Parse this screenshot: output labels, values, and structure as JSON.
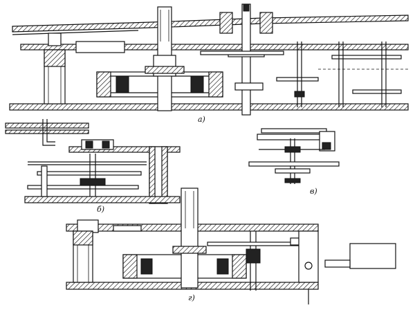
{
  "labels": {
    "view_a": "а)",
    "view_b": "б)",
    "view_v": "в)",
    "view_g": "г)"
  }
}
